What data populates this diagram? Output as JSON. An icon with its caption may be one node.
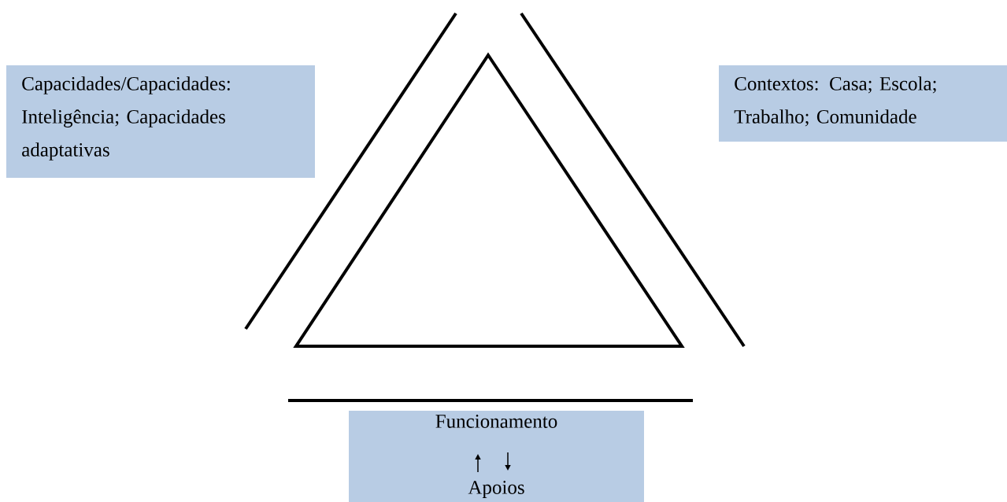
{
  "diagram": {
    "nodes": [
      {
        "text": [
          "Capacidades/Capacidades: Inteligência; Capacidades adaptativas"
        ]
      },
      {
        "text": [
          "Contextos: Casa; Escola; Trabalho; Comunidade"
        ]
      },
      {
        "text": [
          "Funcionamento",
          "Apoios"
        ]
      }
    ]
  }
}
